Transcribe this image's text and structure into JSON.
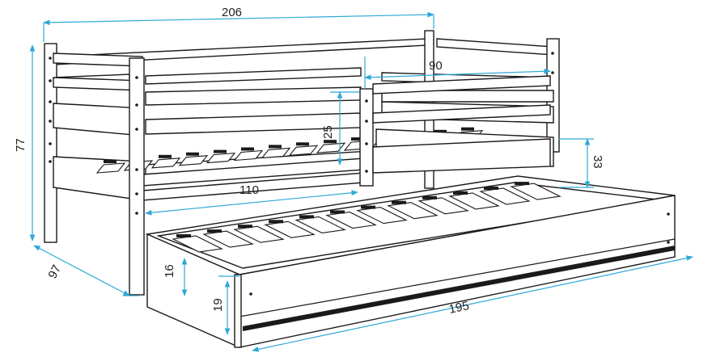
{
  "diagram": {
    "type": "furniture-dimension-drawing",
    "accent_color": "#2ea8d6",
    "line_color": "#1a1a1a",
    "dimensions": {
      "total_length": "206",
      "inner_opening": "90",
      "total_height": "77",
      "front_rail_height": "25",
      "side_rail_height": "33",
      "mattress_length_visible": "110",
      "depth": "97",
      "drawer_height_inner": "16",
      "drawer_height_outer": "19",
      "drawer_length": "195"
    }
  }
}
